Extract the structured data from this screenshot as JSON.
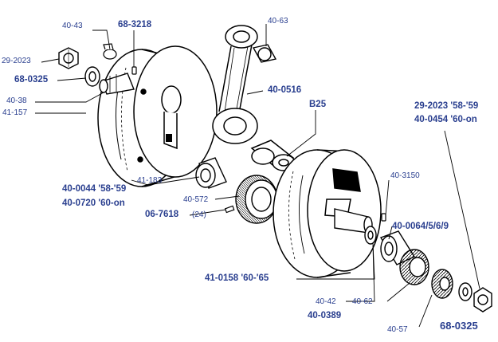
{
  "palette": {
    "label_color": "#2a3f8f",
    "line_color": "#000000"
  },
  "labels": {
    "p40_43": "40-43",
    "p68_3218": "68-3218",
    "p40_63": "40-63",
    "p29_2023": "29-2023",
    "p68_0325_top": "68-0325",
    "p40_38": "40-38",
    "p41_157": "41-157",
    "p40_0516": "40-0516",
    "pB25": "B25",
    "p29_2023_58_59": "29-2023 '58-'59",
    "p40_0454": "40-0454 '60-on",
    "p41_183": "41-183",
    "p40_0044": "40-0044 '58-'59",
    "p40_0720": "40-0720 '60-on",
    "p40_572": "40-572",
    "p06_7618": "06-7618",
    "qty24": "(24)",
    "p40_3150": "40-3150",
    "p40_0064": "40-0064/5/6/9",
    "p41_0158": "41-0158 '60-'65",
    "p40_42": "40-42",
    "p40_62": "40-62",
    "p40_0389": "40-0389",
    "p40_57": "40-57",
    "p68_0325_bottom": "68-0325"
  }
}
